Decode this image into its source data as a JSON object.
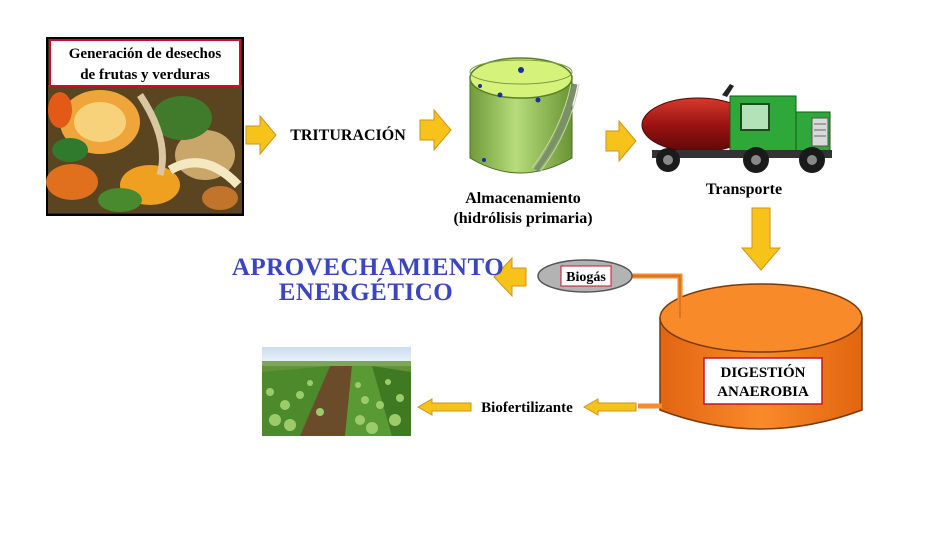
{
  "source_box": {
    "line1": "Generación de desechos",
    "line2": "de frutas y  verduras"
  },
  "steps": {
    "crushing": "TRITURACIÓN",
    "storage_line1": "Almacenamiento",
    "storage_line2": "(hidrólisis primaria)",
    "transport": "Transporte",
    "digestion_line1": "DIGESTIÓN",
    "digestion_line2": "ANAEROBIA"
  },
  "outputs": {
    "biogas": "Biogás",
    "biofertilizer": "Biofertilizante",
    "energy_line1": "APROVECHAMIENTO",
    "energy_line2": "ENERGÉTICO"
  },
  "colors": {
    "arrow_fill": "#f7c21a",
    "arrow_stroke": "#c9961c",
    "title_blue": "#3b45c2",
    "digester_orange": "#f57d1f",
    "tank_green": "#a7d16a",
    "truck_green": "#2fa83a",
    "truck_tank_red": "#a01616",
    "box_border_red": "#c8102e"
  }
}
